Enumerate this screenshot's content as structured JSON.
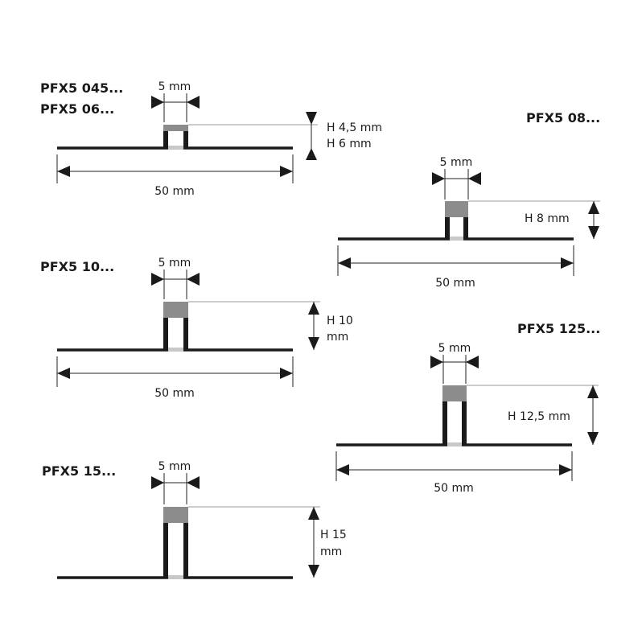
{
  "profiles": [
    {
      "id": "p1",
      "models": [
        "PFX5 045...",
        "PFX5 06..."
      ],
      "gap_label": "5 mm",
      "height_label": [
        "H 4,5 mm",
        "H 6 mm"
      ],
      "width_label": "50 mm"
    },
    {
      "id": "p2",
      "models": [
        "PFX5 08..."
      ],
      "gap_label": "5 mm",
      "height_label": [
        "H 8 mm"
      ],
      "width_label": "50 mm"
    },
    {
      "id": "p3",
      "models": [
        "PFX5 10..."
      ],
      "gap_label": "5 mm",
      "height_label": [
        "H 10",
        "mm"
      ],
      "width_label": "50 mm"
    },
    {
      "id": "p4",
      "models": [
        "PFX5 125..."
      ],
      "gap_label": "5 mm",
      "height_label": [
        "H 12,5 mm"
      ],
      "width_label": "50 mm"
    },
    {
      "id": "p5",
      "models": [
        "PFX5 15..."
      ],
      "gap_label": "5 mm",
      "height_label": [
        "H 15",
        "mm"
      ],
      "width_label": ""
    }
  ],
  "colors": {
    "profile": "#1a1a1a",
    "cap": "#8c8c8c",
    "foot": "#c8c8c8"
  }
}
